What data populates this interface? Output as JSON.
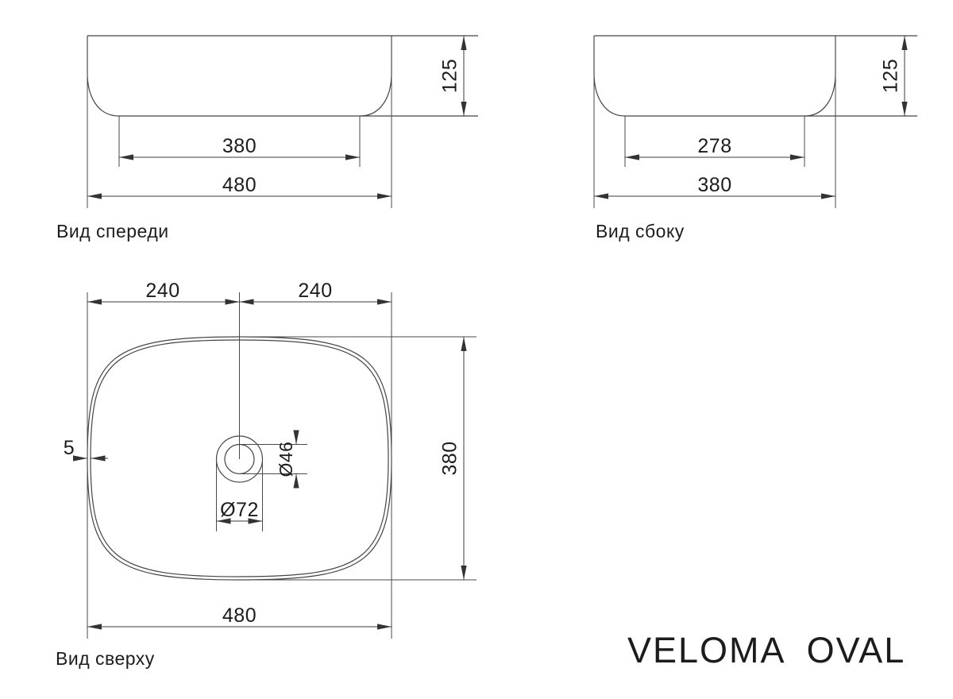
{
  "title": "VELOMA OVAL",
  "views": {
    "front": {
      "label": "Вид спереди",
      "width_top": "480",
      "width_bottom": "380",
      "height": "125"
    },
    "side": {
      "label": "Вид сбоку",
      "width_top": "380",
      "width_bottom": "278",
      "height": "125"
    },
    "top": {
      "label": "Вид сверху",
      "center_to_left": "240",
      "center_to_right": "240",
      "depth": "380",
      "rim_thickness": "5",
      "drain_hole_diameter": "Ø46",
      "drain_flange_diameter": "Ø72",
      "overall_width": "480"
    }
  },
  "colors": {
    "line": "#444444",
    "text": "#1c1c1c",
    "background": "#ffffff"
  }
}
